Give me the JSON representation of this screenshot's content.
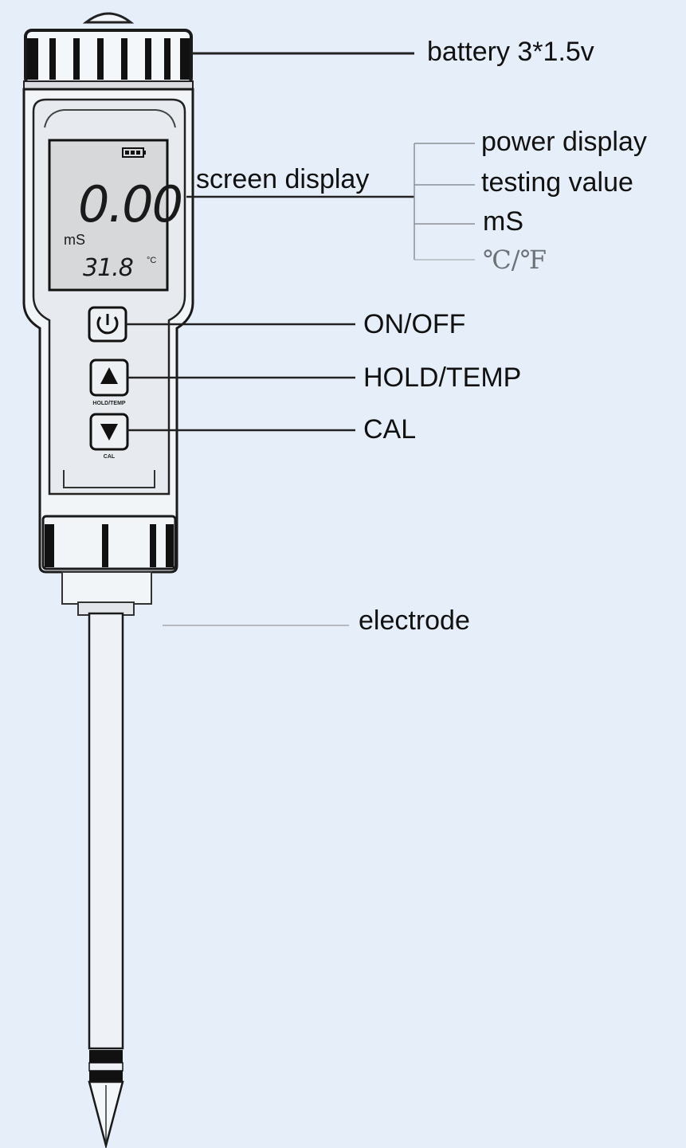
{
  "screen": {
    "main_reading": "0.00",
    "unit": "mS",
    "temperature": "31.8",
    "temperature_unit": "°C"
  },
  "buttons": {
    "hold_caption": "HOLD/TEMP",
    "cal_caption": "CAL"
  },
  "labels": {
    "battery": "battery 3*1.5v",
    "screen_display": "screen display",
    "power_display": "power display",
    "testing_value": "testing value",
    "ms": "mS",
    "temp_units": "℃/℉",
    "on_off": "ON/OFF",
    "hold_temp": "HOLD/TEMP",
    "cal": "CAL",
    "electrode": "electrode"
  }
}
